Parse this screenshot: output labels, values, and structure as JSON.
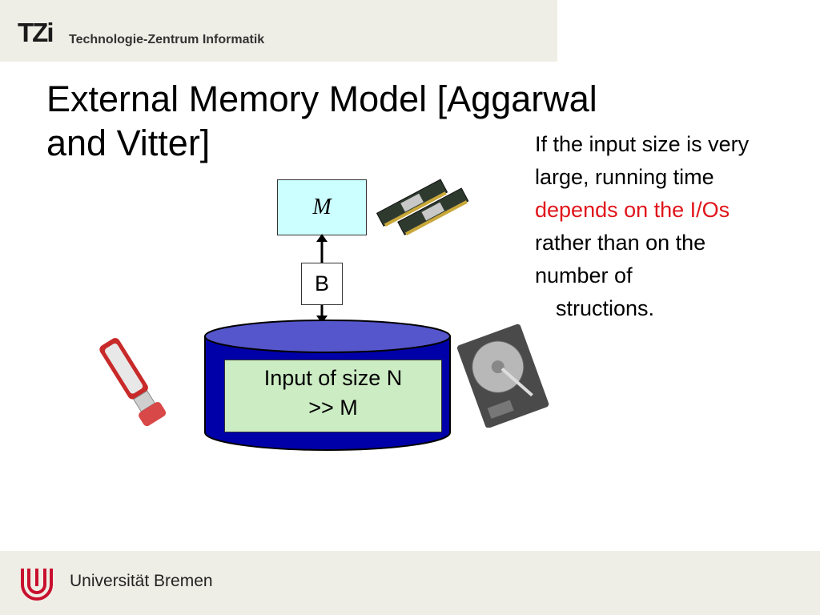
{
  "header": {
    "logo_text": "TZi",
    "org_name": "Technologie-Zentrum Informatik"
  },
  "slide": {
    "title_line1": "External Memory Model [Aggarwal",
    "title_line2": "and Vitter]"
  },
  "diagram": {
    "memory_label": "M",
    "block_label": "B",
    "input_line1": "Input of size N",
    "input_line2": ">> M"
  },
  "side_text": {
    "part1": "If the input size is very large, running time ",
    "highlight": "depends on the I/Os",
    "part2": " rather than on the number of",
    "part3": "structions."
  },
  "footer": {
    "university": "Universität Bremen"
  },
  "colors": {
    "memory_fill": "#ccffff",
    "disk_fill": "#0000a8",
    "input_fill": "#ccecc4",
    "highlight": "#e0151b",
    "band": "#efeee6"
  }
}
